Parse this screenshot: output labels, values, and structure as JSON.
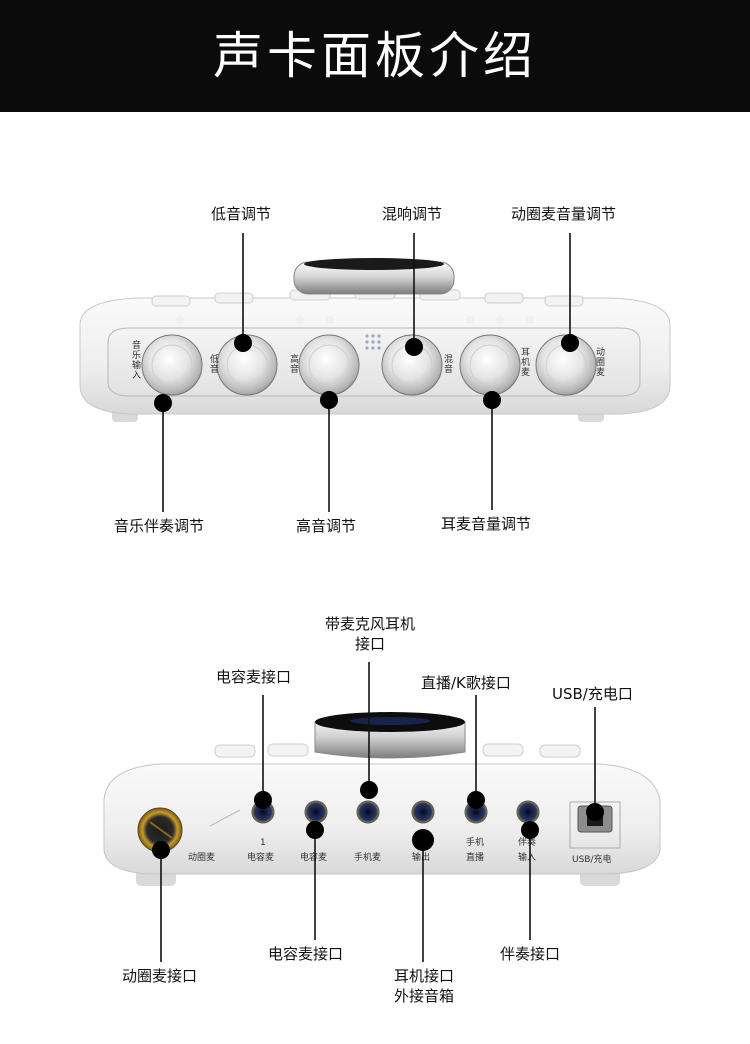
{
  "header": {
    "title": "声卡面板介绍"
  },
  "top_panel": {
    "callouts": {
      "bass": "低音调节",
      "reverb": "混响调节",
      "dynamic_mic_volume": "动圈麦音量调节",
      "music_accompaniment": "音乐伴奏调节",
      "treble": "高音调节",
      "headset_mic_volume": "耳麦音量调节"
    },
    "knob_labels": {
      "music_input": [
        "音",
        "乐",
        "输",
        "入"
      ],
      "bass": [
        "低",
        "音"
      ],
      "treble": [
        "高",
        "音"
      ],
      "reverb": [
        "混",
        "音"
      ],
      "headset_mic": [
        "耳",
        "机",
        "麦"
      ],
      "dynamic_mic": [
        "动",
        "圈",
        "麦"
      ]
    }
  },
  "bottom_panel": {
    "callouts": {
      "headset_with_mic_line1": "带麦克风耳机",
      "headset_with_mic_line2": "接口",
      "condenser_mic_top": "电容麦接口",
      "live_karaoke": "直播/K歌接口",
      "usb_charge": "USB/充电口",
      "condenser_mic_bottom": "电容麦接口",
      "dynamic_mic": "动圈麦接口",
      "headphone_line1": "耳机接口",
      "headphone_line2": "外接音箱",
      "accompaniment": "伴奏接口"
    },
    "port_labels": {
      "dynamic_mic": "动圈麦",
      "condenser_1_num": "1",
      "condenser_1": "电容麦",
      "condenser_2": "电容麦",
      "phone_mic": "手机麦",
      "output": "输出",
      "phone_live_1": "手机",
      "phone_live_2": "直播",
      "accomp_in_1": "伴奏",
      "accomp_in_2": "输入",
      "usb": "USB/充电"
    }
  }
}
